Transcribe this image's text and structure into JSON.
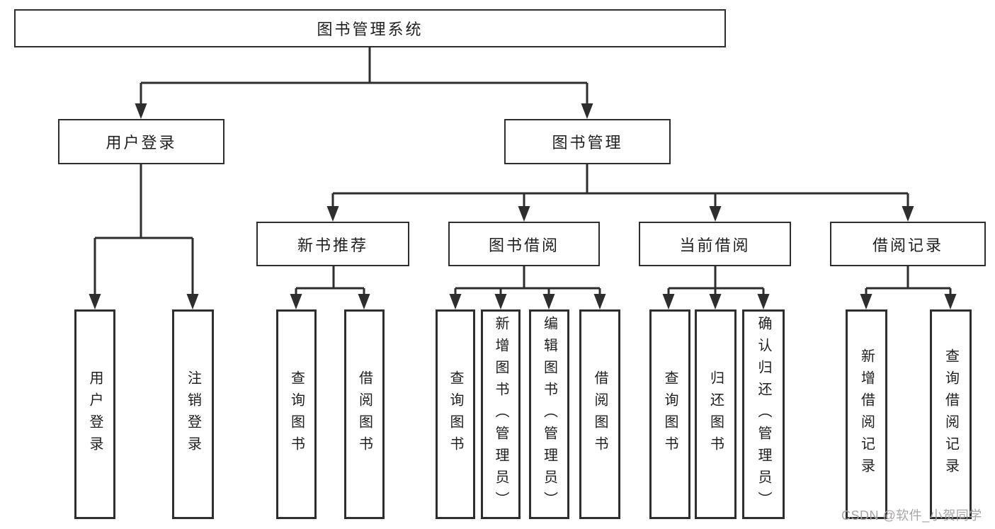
{
  "diagram": {
    "root": "图书管理系统",
    "level2": [
      "用户登录",
      "图书管理"
    ],
    "level3": [
      "新书推荐",
      "图书借阅",
      "当前借阅",
      "借阅记录"
    ],
    "leaves": [
      "用户登录",
      "注销登录",
      "查询图书",
      "借阅图书",
      "查询图书",
      "新增图书（管理员）",
      "编辑图书（管理员）",
      "借阅图书",
      "查询图书",
      "归还图书",
      "确认归还（管理员）",
      "新增借阅记录",
      "查询借阅记录"
    ],
    "watermark": "CSDN @软件_小贺同学",
    "colors": {
      "line": "#2e2e2e",
      "text": "#1f1f1f",
      "watermark": "#a9a5a5",
      "background": "#ffffff"
    }
  }
}
